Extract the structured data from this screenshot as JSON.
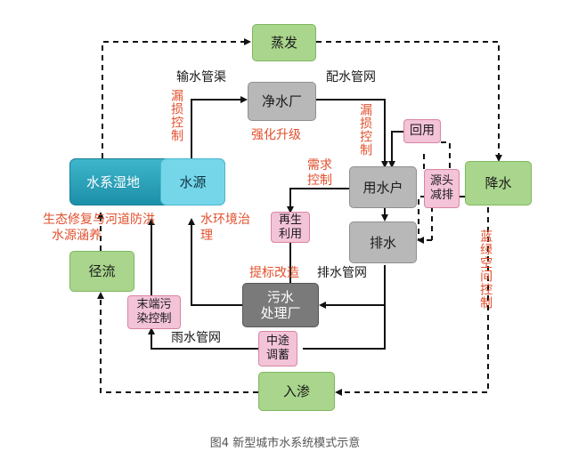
{
  "nodes": {
    "evaporation": "蒸发",
    "water_plant": "净水厂",
    "wetland": "水系湿地",
    "water_source": "水源",
    "water_user": "用水户",
    "drainage": "排水",
    "precipitation": "降水",
    "runoff": "径流",
    "sewage_plant": "污水\n处理厂",
    "infiltration": "入渗",
    "reuse": "回用",
    "source_reduction": "源头\n减排",
    "regenerate": "再生\n利用",
    "end_control": "末端污\n染控制",
    "mid_storage": "中途\n调蓄"
  },
  "labels": {
    "transmission_pipe": "输水管渠",
    "distribution_network": "配水管网",
    "leak_control_left": "漏损控制",
    "leak_control_right": "漏损控制",
    "upgrade": "强化升级",
    "demand_control": "需求控制",
    "eco_restore": "生态修复与河道防洪",
    "source_protect": "水源涵养",
    "env_control": "水环境治理",
    "standard_upgrade": "提标改造",
    "drainage_network": "排水管网",
    "rain_network": "雨水管网",
    "green_space_control": "蓝绿空间控制"
  },
  "caption": "图4 新型城市水系统模式示意"
}
